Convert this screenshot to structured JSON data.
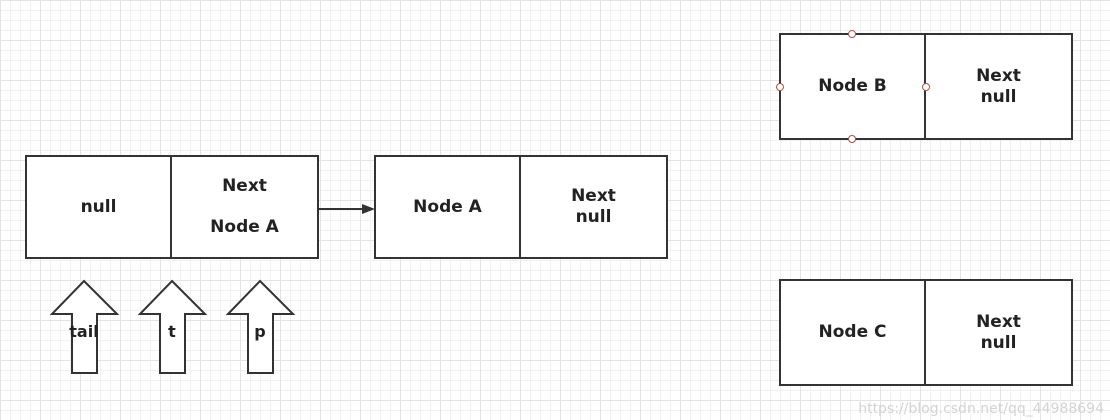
{
  "nodes": {
    "head": {
      "data_text": "null",
      "next_line1": "Next",
      "next_line2": "Node A"
    },
    "a": {
      "data_text": "Node A",
      "next_line1": "Next",
      "next_line2": "null"
    },
    "b": {
      "data_text": "Node B",
      "next_line1": "Next",
      "next_line2": "null"
    },
    "c": {
      "data_text": "Node C",
      "next_line1": "Next",
      "next_line2": "null"
    }
  },
  "pointers": [
    {
      "label": "tail"
    },
    {
      "label": "t"
    },
    {
      "label": "p"
    }
  ],
  "colors": {
    "stroke": "#333333",
    "handle": "#b0504a",
    "grid": "#e3e3e3"
  },
  "watermark": "https://blog.csdn.net/qq_44988694"
}
